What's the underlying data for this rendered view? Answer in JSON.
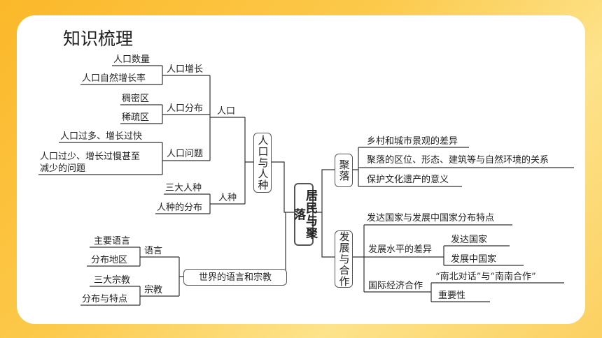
{
  "title": "知识梳理",
  "center": "居民与聚落",
  "left": {
    "renkou_group": "人口与人种",
    "renkou": "人口",
    "growth": "人口增长",
    "growth_items": [
      "人口数量",
      "人口自然增长率"
    ],
    "distribution": "人口分布",
    "distribution_items": [
      "稠密区",
      "稀疏区"
    ],
    "problems": "人口问题",
    "problem_items": [
      "人口过多、增长过快",
      "人口过少、增长过慢甚至",
      "减少的问题"
    ],
    "race": "人种",
    "race_items": [
      "三大人种",
      "人种的分布"
    ],
    "language_religion": "世界的语言和宗教",
    "language": "语言",
    "language_items": [
      "主要语言",
      "分布地区"
    ],
    "religion": "宗教",
    "religion_items": [
      "三大宗教",
      "分布与特点"
    ]
  },
  "right": {
    "settlement": "聚落",
    "settlement_items": [
      "乡村和城市景观的差异",
      "聚落的区位、形态、建筑等与自然环境的关系",
      "保护文化遗产的意义"
    ],
    "development": "发展与合作",
    "dev_item1": "发达国家与发展中国家分布特点",
    "dev_level": "发展水平的差异",
    "dev_level_items": [
      "发达国家",
      "发展中国家"
    ],
    "cooperation": "国际经济合作",
    "cooperation_items": [
      "“南北对话”与“南南合作”",
      "重要性"
    ]
  }
}
